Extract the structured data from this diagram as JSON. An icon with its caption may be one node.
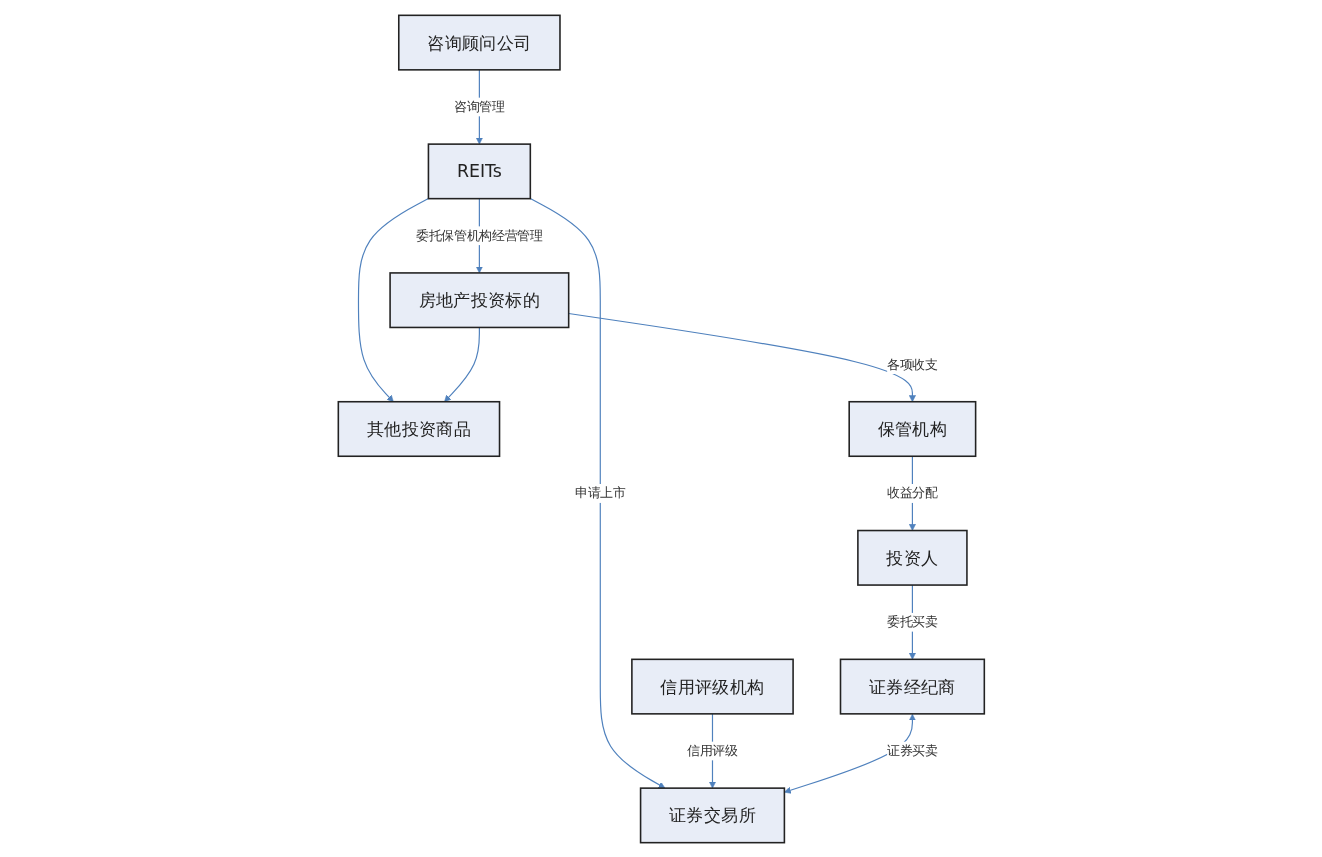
{
  "diagram": {
    "nodes": [
      {
        "text": [
          "REITs"
        ]
      },
      {
        "text": [
          "咨询顾问公司"
        ]
      },
      {
        "text": [
          "房地产投资标的"
        ]
      },
      {
        "text": [
          "其他投资商品"
        ]
      },
      {
        "text": [
          "证券交易所"
        ]
      },
      {
        "text": [
          "信用评级机构"
        ]
      },
      {
        "text": [
          "证券经纪商"
        ]
      },
      {
        "text": [
          "保管机构"
        ]
      },
      {
        "text": [
          "投资人"
        ]
      }
    ],
    "edges": [
      {
        "from": 0,
        "to": 2,
        "arrow": "to",
        "label": "委托保管机构经营管理"
      },
      {
        "from": 0,
        "to": 3,
        "arrow": "to"
      },
      {
        "from": 1,
        "to": 0,
        "arrow": "to",
        "label": "咨询管理"
      },
      {
        "from": 0,
        "to": 4,
        "arrow": "to",
        "label": "申请上市"
      },
      {
        "from": 5,
        "to": 4,
        "arrow": "to",
        "label": "信用评级"
      },
      {
        "from": 2,
        "to": 3,
        "arrow": "to"
      },
      {
        "from": 2,
        "to": 7,
        "arrow": "to",
        "label": "各项收支"
      },
      {
        "from": 6,
        "to": 4,
        "arrow": "both",
        "label": "证券买卖"
      },
      {
        "from": 8,
        "to": 6,
        "arrow": "to",
        "label": "委托买卖"
      },
      {
        "from": 7,
        "to": 8,
        "arrow": "to",
        "label": "收益分配"
      }
    ]
  }
}
